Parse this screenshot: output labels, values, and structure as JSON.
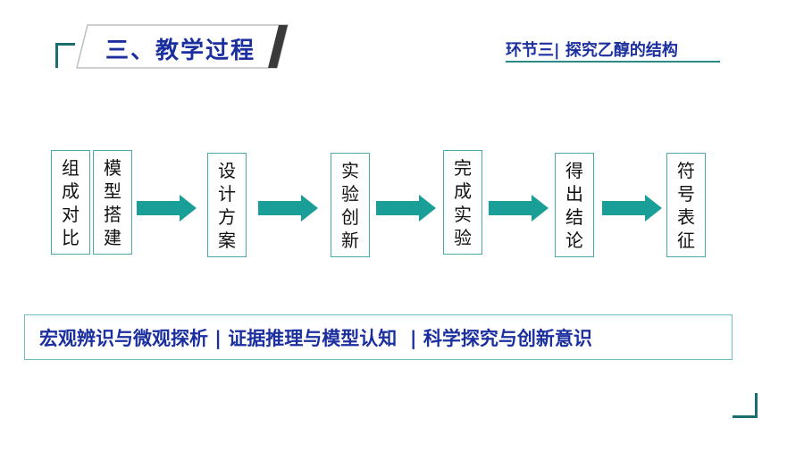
{
  "header": {
    "title": "三、教学过程",
    "subtitle": "环节三| 探究乙醇的结构"
  },
  "flow": {
    "boxes": [
      {
        "chars": [
          "组",
          "成",
          "对",
          "比"
        ]
      },
      {
        "chars": [
          "模",
          "型",
          "搭",
          "建"
        ]
      },
      {
        "chars": [
          "设",
          "计",
          "方",
          "案"
        ]
      },
      {
        "chars": [
          "实",
          "验",
          "创",
          "新"
        ]
      },
      {
        "chars": [
          "完",
          "成",
          "实",
          "验"
        ]
      },
      {
        "chars": [
          "得",
          "出",
          "结",
          "论"
        ]
      },
      {
        "chars": [
          "符",
          "号",
          "表",
          "征"
        ]
      }
    ]
  },
  "competency": {
    "text": "宏观辨识与微观探析 | 证据推理与模型认知  | 科学探究与创新意识"
  },
  "colors": {
    "accent_teal": "#1a9e98",
    "text_blue": "#1b2f9e",
    "box_border": "#4aa8a8"
  }
}
